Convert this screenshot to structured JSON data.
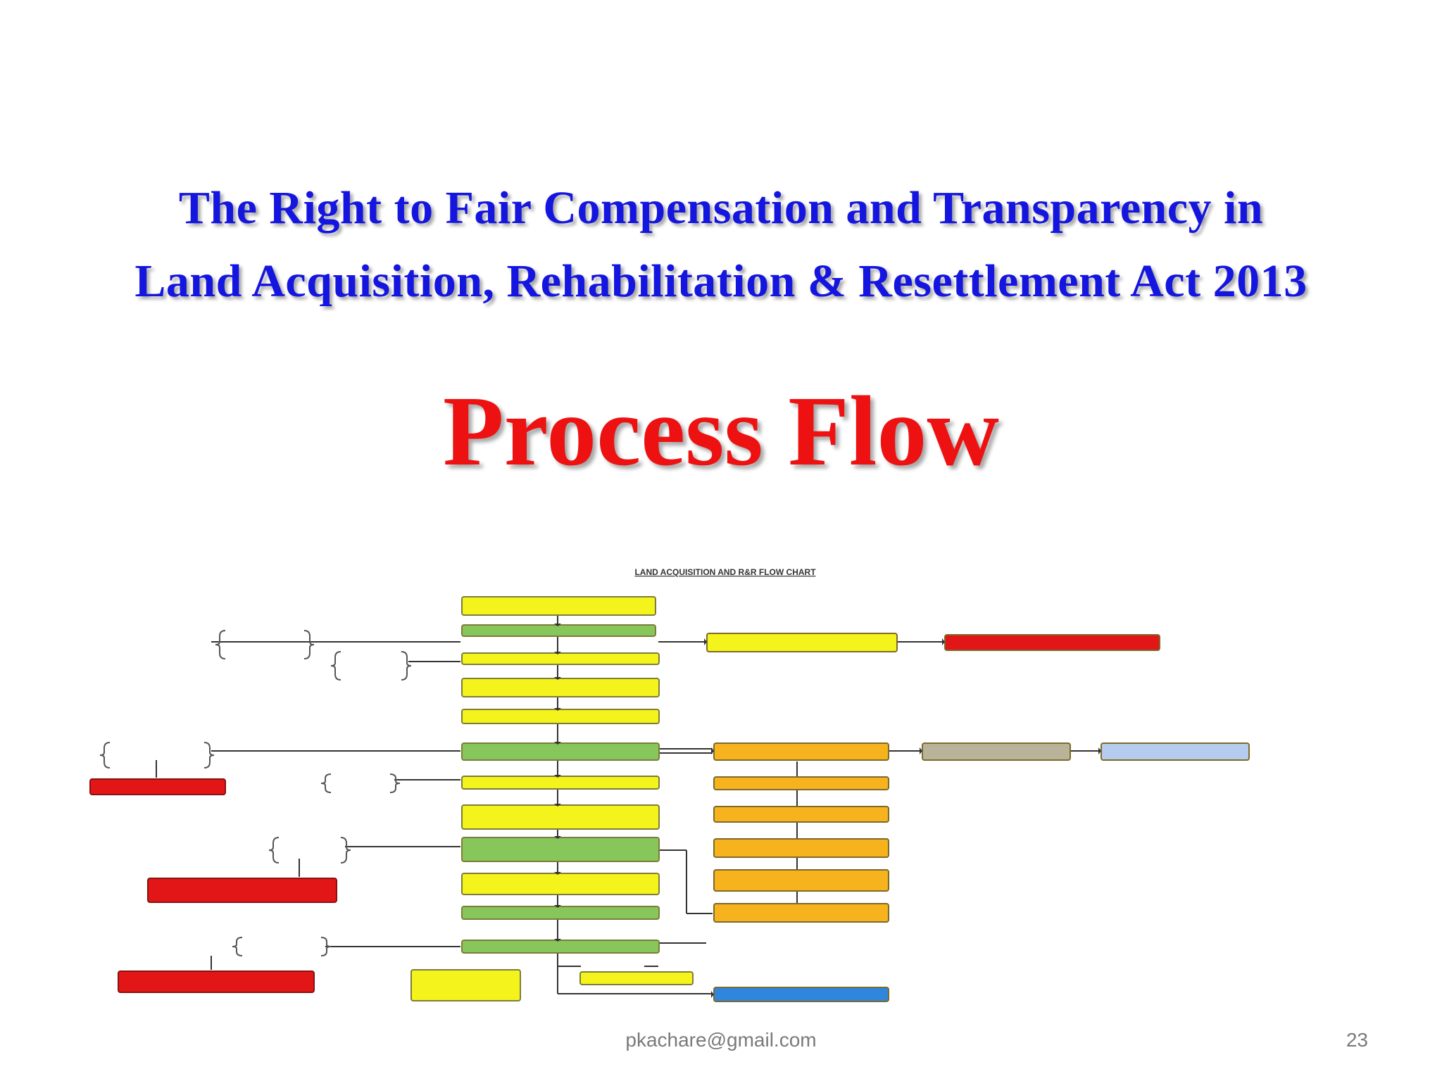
{
  "slide": {
    "title_line1": "The Right to Fair Compensation and  Transparency in",
    "title_line2": "Land Acquisition, Rehabilitation & Resettlement Act 2013",
    "heading": "Process Flow",
    "footer_email": "pkachare@gmail.com",
    "page_number": "23"
  },
  "flowchart": {
    "caption": "LAND ACQUISITION AND R&R FLOW CHART",
    "colors": {
      "yellow": "#f4f41c",
      "green": "#86c65a",
      "orange": "#f6b31e",
      "red": "#e21616",
      "tan": "#b9b39a",
      "light_blue": "#b6ccef",
      "blue": "#2f86dc"
    }
  }
}
